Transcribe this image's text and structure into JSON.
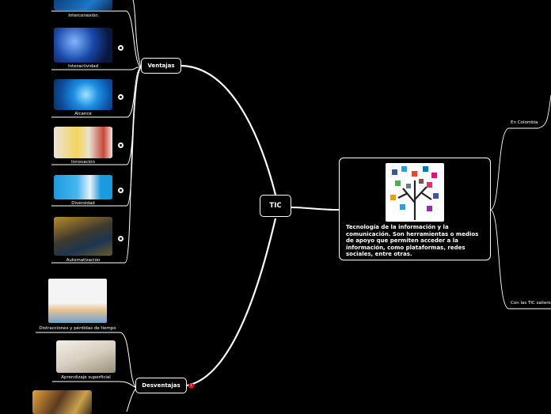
{
  "central": {
    "label": "TIC"
  },
  "branches": {
    "ventajas": "Ventajas",
    "desventajas": "Desventajas"
  },
  "ventajas_items": [
    {
      "label": "Interconexión",
      "icon": "globe-icon"
    },
    {
      "label": "Interactividad",
      "icon": "globe-icon"
    },
    {
      "label": "Alcance",
      "icon": "globe-icon"
    },
    {
      "label": "Innovación",
      "icon": "globe-icon"
    },
    {
      "label": "Diversidad",
      "icon": "globe-icon"
    },
    {
      "label": "Automatización",
      "icon": "globe-icon"
    }
  ],
  "desventajas_items": [
    {
      "label": "Distracciones y pérdidas de tiempo"
    },
    {
      "label": "Aprendizaje superficial"
    },
    {
      "label": ""
    }
  ],
  "definition": {
    "text": "Tecnología de la información y la comunicación. Son herramientas o medios de apoyo que permiten acceder a la información, como plataformas, redes sociales, entre otras."
  },
  "right_labels": {
    "colombia": "En Colombia",
    "con_las_tic": "Con las TIC saliero"
  },
  "badge": {
    "count": "1",
    "color": "#d0101a"
  }
}
